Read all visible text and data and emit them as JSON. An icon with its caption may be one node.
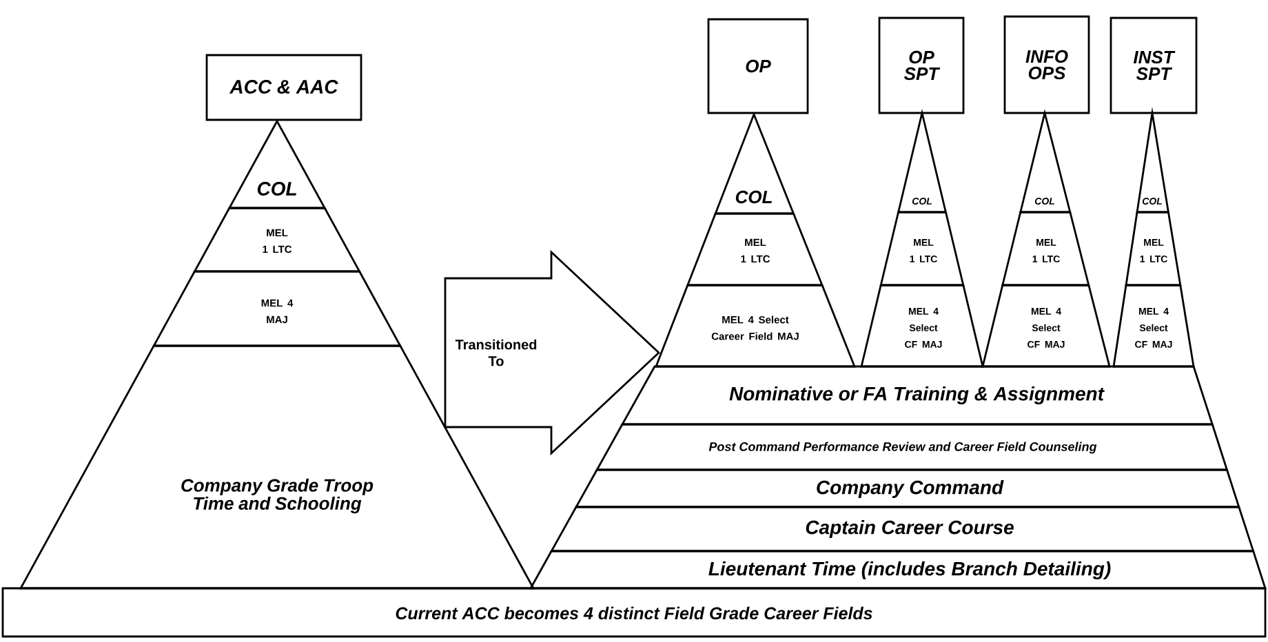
{
  "diagram": {
    "nodes": [
      {
        "text": [
          "ACC & AAC"
        ]
      },
      {
        "text": [
          "COL"
        ]
      },
      {
        "text": [
          "MEL 1 LTC"
        ]
      },
      {
        "text": [
          "MEL 4 MAJ"
        ]
      },
      {
        "text": [
          "Company Grade Troop Time and Schooling"
        ]
      },
      {
        "text": [
          "OP"
        ]
      },
      {
        "text": [
          "OP SPT"
        ]
      },
      {
        "text": [
          "INFO OPS"
        ]
      },
      {
        "text": [
          "INST SPT"
        ]
      },
      {
        "text": [
          "COL"
        ]
      },
      {
        "text": [
          "MEL 1 LTC"
        ]
      },
      {
        "text": [
          "MEL 4 Select Career Field MAJ"
        ]
      },
      {
        "text": [
          "COL"
        ]
      },
      {
        "text": [
          "MEL 1 LTC"
        ]
      },
      {
        "text": [
          "MEL 4 Select CF MAJ"
        ]
      },
      {
        "text": [
          "COL"
        ]
      },
      {
        "text": [
          "MEL 1 LTC"
        ]
      },
      {
        "text": [
          "MEL 4 Select CF MAJ"
        ]
      },
      {
        "text": [
          "COL"
        ]
      },
      {
        "text": [
          "MEL 1 LTC"
        ]
      },
      {
        "text": [
          "MEL 4 Select CF MAJ"
        ]
      },
      {
        "text": [
          "Nominative or FA Training & Assignment"
        ]
      },
      {
        "text": [
          "Post Command Performance Review and Career Field Counseling"
        ]
      },
      {
        "text": [
          "Company Command"
        ]
      },
      {
        "text": [
          "Captain Career Course"
        ]
      },
      {
        "text": [
          "Lieutenant Time (includes Branch Detailing)"
        ]
      },
      {
        "text": [
          "Current ACC becomes 4 distinct Field Grade Career Fields"
        ]
      }
    ],
    "edges": [
      {
        "from": 4,
        "to": 11,
        "arrow": "to",
        "label": "Transitioned To",
        "style": "thick"
      }
    ]
  }
}
